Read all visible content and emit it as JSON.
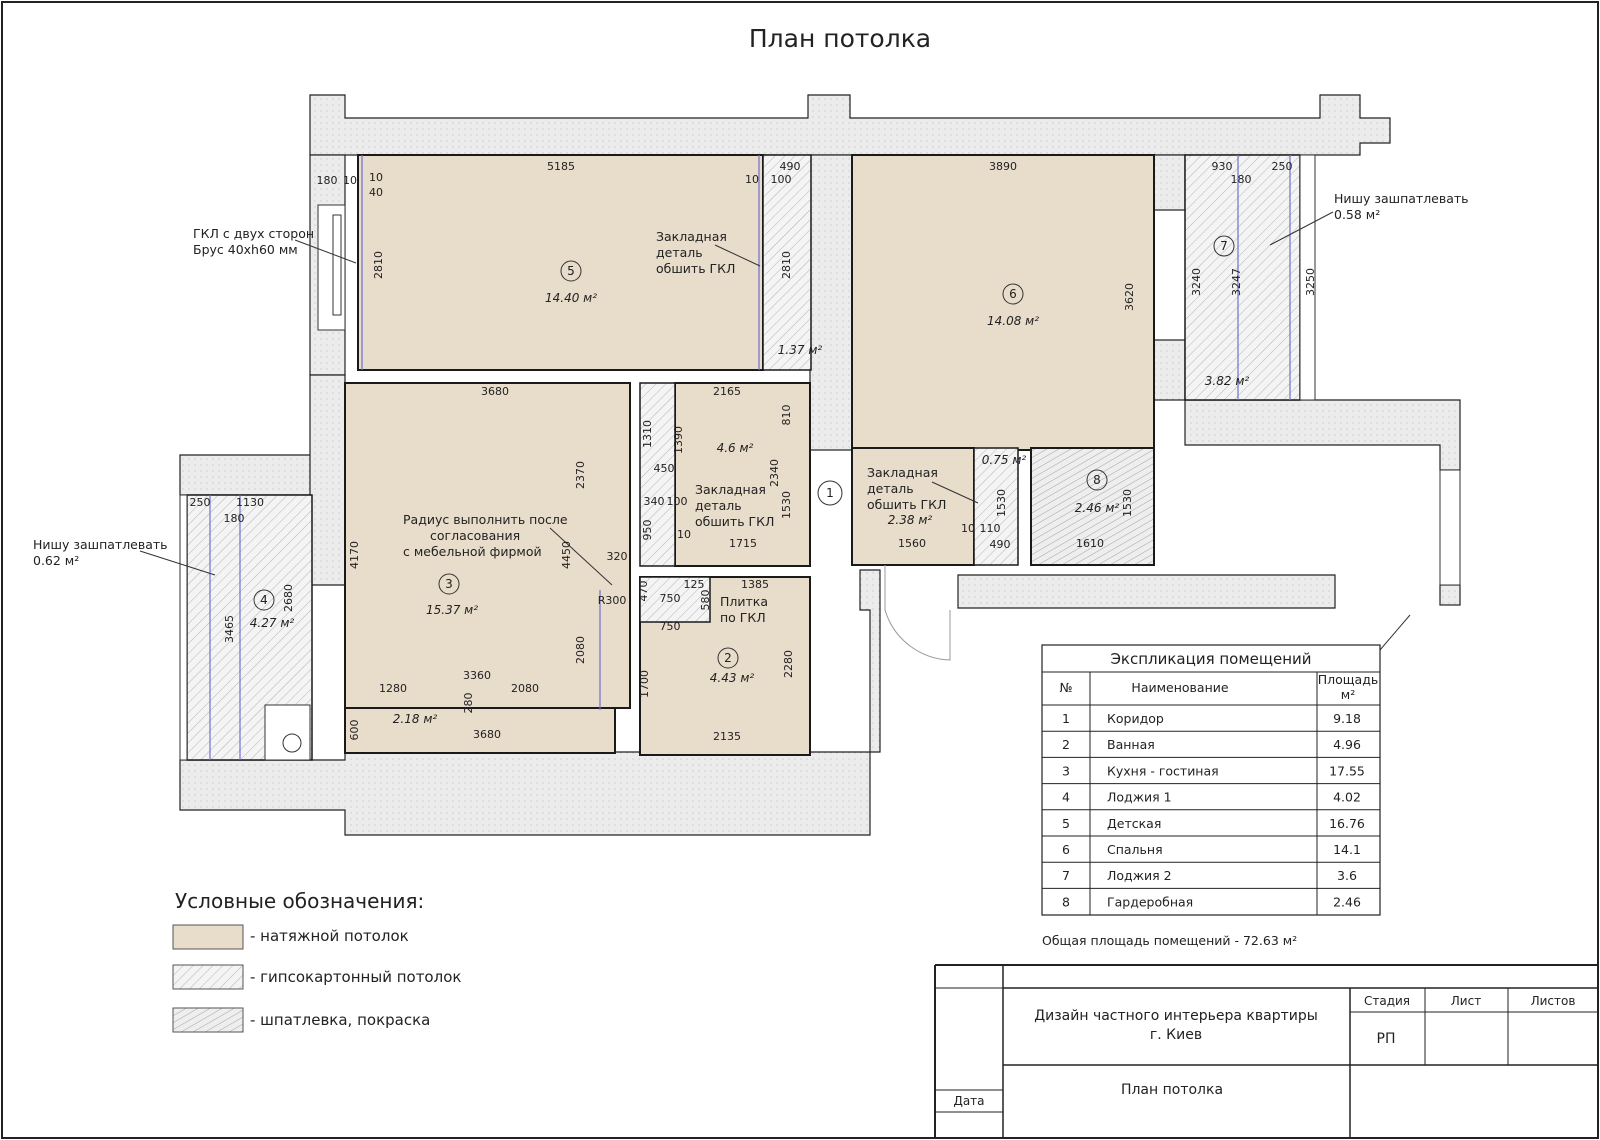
{
  "title": "План потолка",
  "colors": {
    "stretch": "#e8dccb",
    "wall": "#ececec",
    "line": "#1a1a1a",
    "accent": "#6f6fd0"
  },
  "rooms": [
    {
      "num": "1",
      "area": ""
    },
    {
      "num": "2",
      "area": "4.43 м²"
    },
    {
      "num": "3",
      "area": "15.37 м²"
    },
    {
      "num": "4",
      "area": "4.27 м²"
    },
    {
      "num": "5",
      "area": "14.40 м²"
    },
    {
      "num": "6",
      "area": "14.08 м²"
    },
    {
      "num": "7",
      "area": "3.82 м²"
    },
    {
      "num": "8",
      "area": "2.46 м²"
    }
  ],
  "areas_extra": [
    "1.37 м²",
    "4.6 м²",
    "2.38 м²",
    "0.75 м²",
    "2.18 м²"
  ],
  "notes": {
    "gkl": [
      "ГКЛ с двух сторон",
      "Брус 40хh60 мм"
    ],
    "niche_right": [
      "Нишу зашпатлевать",
      "0.58 м²"
    ],
    "niche_left": [
      "Нишу зашпатлевать",
      "0.62 м²"
    ],
    "embed1": [
      "Закладная",
      "деталь",
      "обшить ГКЛ"
    ],
    "embed2": [
      "Закладная",
      "деталь",
      "обшить ГКЛ"
    ],
    "embed3": [
      "Закладная",
      "деталь",
      "обшить ГКЛ"
    ],
    "radius": [
      "Радиус выполнить после",
      "согласования",
      "с мебельной фирмой"
    ],
    "tile": [
      "Плитка",
      "по ГКЛ"
    ]
  },
  "dimensions": [
    "5185",
    "490",
    "180",
    "10",
    "10",
    "40",
    "10",
    "100",
    "2810",
    "2810",
    "3890",
    "3620",
    "930",
    "250",
    "180",
    "3240",
    "3247",
    "3250",
    "3680",
    "2165",
    "1310",
    "1390",
    "810",
    "2340",
    "1530",
    "450",
    "340",
    "100",
    "950",
    "10",
    "1715",
    "4170",
    "2370",
    "4450",
    "320",
    "R300",
    "2080",
    "1280",
    "3360",
    "2080",
    "280",
    "600",
    "3680",
    "470",
    "125",
    "750",
    "580",
    "1385",
    "750",
    "1700",
    "2280",
    "2135",
    "1560",
    "10",
    "110",
    "490",
    "1530",
    "1610",
    "1530",
    "250",
    "1130",
    "180",
    "3465",
    "2680"
  ],
  "legend": {
    "heading": "Условные обозначения:",
    "items": [
      "- натяжной потолок",
      "- гипсокартонный потолок",
      "-  шпатлевка, покраска"
    ]
  },
  "explication": {
    "title": "Экспликация помещений",
    "headers": [
      "№",
      "Наименование",
      "Площадь",
      "м²"
    ],
    "rows": [
      [
        "1",
        "Коридор",
        "9.18"
      ],
      [
        "2",
        "Ванная",
        "4.96"
      ],
      [
        "3",
        "Кухня - гостиная",
        "17.55"
      ],
      [
        "4",
        "Лоджия 1",
        "4.02"
      ],
      [
        "5",
        "Детская",
        "16.76"
      ],
      [
        "6",
        "Спальня",
        "14.1"
      ],
      [
        "7",
        "Лоджия 2",
        "3.6"
      ],
      [
        "8",
        "Гардеробная",
        "2.46"
      ]
    ],
    "total": "Общая площадь помещений - 72.63  м²"
  },
  "title_block": {
    "project": [
      "Дизайн частного интерьера квартиры",
      "г. Киев"
    ],
    "sheet_name": "План потолка",
    "stage_label": "Стадия",
    "sheet_label": "Лист",
    "sheets_label": "Листов",
    "stage_value": "РП",
    "date_label": "Дата"
  }
}
